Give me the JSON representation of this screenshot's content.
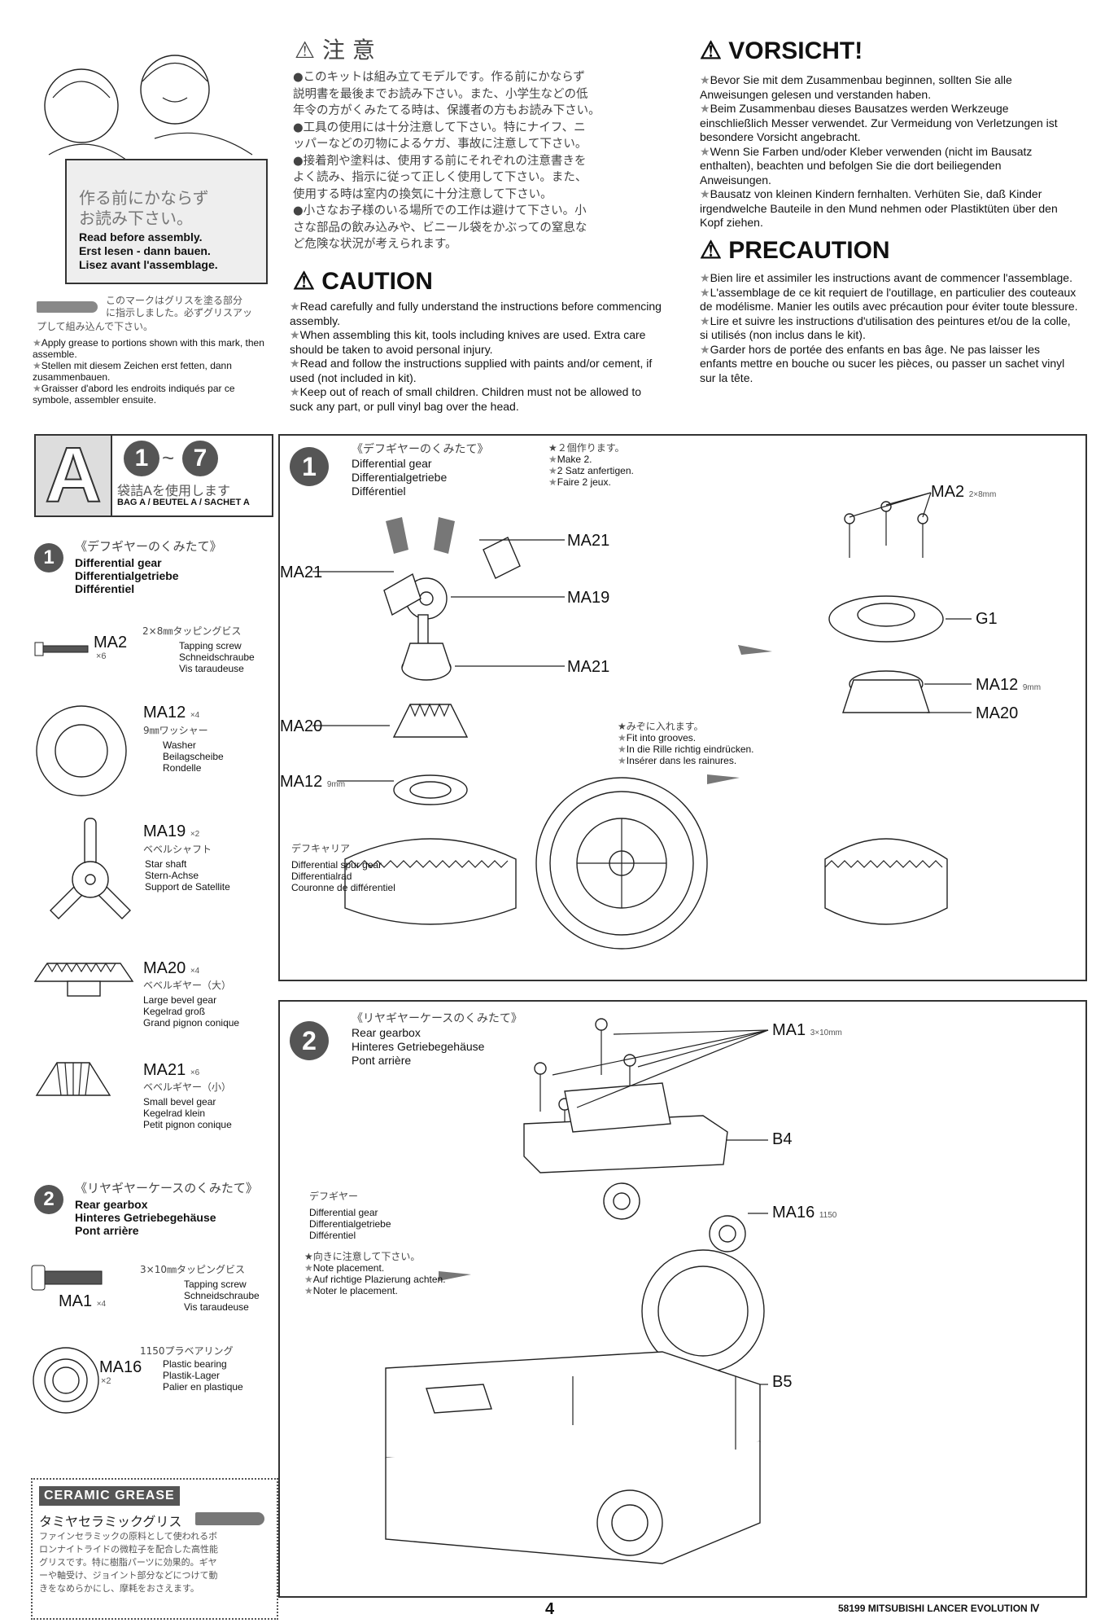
{
  "header": {
    "readbox_jp": [
      "作る前にかならず",
      "お読み下さい。"
    ],
    "readbox_en": "Read before assembly.",
    "readbox_de": "Erst lesen - dann bauen.",
    "readbox_fr": "Lisez avant l'assemblage.",
    "grease_jp": [
      "このマークはグリスを塗る部分",
      "に指示しました。必ずグリスアッ",
      "プして組み込んで下さい。"
    ],
    "grease_notes": [
      "Apply grease to portions shown with this mark, then assemble.",
      "Stellen mit diesem Zeichen erst fetten, dann zusammenbauen.",
      "Graisser d'abord les endroits indiqués par ce symbole, assembler ensuite."
    ]
  },
  "cautions": {
    "jp_title": "注 意",
    "jp_lines": [
      "●このキットは組み立てモデルです。作る前にかならず",
      "説明書を最後までお読み下さい。また、小学生などの低",
      "年令の方がくみたてる時は、保護者の方もお読み下さい。",
      "●工具の使用には十分注意して下さい。特にナイフ、ニ",
      "ッパーなどの刃物によるケガ、事故に注意して下さい。",
      "●接着剤や塗料は、使用する前にそれぞれの注意書きを",
      "よく読み、指示に従って正しく使用して下さい。また、",
      "使用する時は室内の換気に十分注意して下さい。",
      "●小さなお子様のいる場所での工作は避けて下さい。小",
      "さな部品の飲み込みや、ビニール袋をかぶっての窒息な",
      "ど危険な状況が考えられます。"
    ],
    "caution_title": "CAUTION",
    "caution_items": [
      "Read carefully and fully understand the instructions before commencing assembly.",
      "When assembling this kit, tools including knives are used. Extra care should be taken to avoid personal injury.",
      "Read and follow the instructions supplied with paints and/or cement, if used (not included in kit).",
      "Keep out of reach of small children. Children must not be allowed to suck any part, or pull vinyl bag over the head."
    ],
    "vorsicht_title": "VORSICHT!",
    "vorsicht_items": [
      "Bevor Sie mit dem Zusammenbau beginnen, sollten Sie alle Anweisungen gelesen und verstanden haben.",
      "Beim Zusammenbau dieses Bausatzes werden Werkzeuge einschließlich Messer verwendet. Zur Vermeidung von Verletzungen ist besondere Vorsicht angebracht.",
      "Wenn Sie Farben und/oder Kleber verwenden (nicht im Bausatz enthalten), beachten und befolgen Sie die dort beiliegenden Anweisungen.",
      "Bausatz von kleinen Kindern fernhalten. Verhüten Sie, daß Kinder irgendwelche Bauteile in den Mund nehmen oder Plastiktüten über den Kopf ziehen."
    ],
    "precaution_title": "PRECAUTION",
    "precaution_items": [
      "Bien lire et assimiler les instructions avant de commencer l'assemblage.",
      "L'assemblage de ce kit requiert de l'outillage, en particulier des couteaux de modélisme. Manier les outils avec précaution pour éviter toute blessure.",
      "Lire et suivre les instructions d'utilisation des peintures et/ou de la colle, si utilisés (non inclus dans le kit).",
      "Garder hors de portée des enfants en bas âge. Ne pas laisser les enfants mettre en bouche ou sucer les pièces, ou passer un sachet vinyl sur la tête."
    ]
  },
  "bag": {
    "letter": "A",
    "range_from": "1",
    "range_sep": "~",
    "range_to": "7",
    "jp": "袋詰Aを使用します",
    "label": "BAG A / BEUTEL A / SACHET A"
  },
  "sidebar": {
    "step1_num": "1",
    "step1_jp": "《デフギヤーのくみたて》",
    "step1_en": "Differential gear",
    "step1_de": "Differentialgetriebe",
    "step1_fr": "Différentiel",
    "parts1": [
      {
        "code": "MA2",
        "qty": "×6",
        "jp": "2×8㎜タッピングビス",
        "en": "Tapping screw",
        "de": "Schneidschraube",
        "fr": "Vis taraudeuse"
      },
      {
        "code": "MA12",
        "qty": "×4",
        "jp": "9㎜ワッシャー",
        "en": "Washer",
        "de": "Beilagscheibe",
        "fr": "Rondelle"
      },
      {
        "code": "MA19",
        "qty": "×2",
        "jp": "ベベルシャフト",
        "en": "Star shaft",
        "de": "Stern-Achse",
        "fr": "Support de Satellite"
      },
      {
        "code": "MA20",
        "qty": "×4",
        "jp": "ベベルギヤー（大）",
        "en": "Large bevel gear",
        "de": "Kegelrad groß",
        "fr": "Grand pignon conique"
      },
      {
        "code": "MA21",
        "qty": "×6",
        "jp": "ベベルギヤー（小）",
        "en": "Small bevel gear",
        "de": "Kegelrad klein",
        "fr": "Petit pignon conique"
      }
    ],
    "step2_num": "2",
    "step2_jp": "《リヤギヤーケースのくみたて》",
    "step2_en": "Rear gearbox",
    "step2_de": "Hinteres Getriebegehäuse",
    "step2_fr": "Pont arrière",
    "parts2": [
      {
        "code": "MA1",
        "qty": "×4",
        "jp": "3×10㎜タッピングビス",
        "en": "Tapping screw",
        "de": "Schneidschraube",
        "fr": "Vis taraudeuse"
      },
      {
        "code": "MA16",
        "qty": "×2",
        "jp": "1150プラベアリング",
        "en": "Plastic bearing",
        "de": "Plastik-Lager",
        "fr": "Palier en plastique"
      }
    ],
    "ceramic_logo": "CERAMIC GREASE",
    "ceramic_jp_title": "タミヤセラミックグリス",
    "ceramic_jp": [
      "ファインセラミックの原料として使われるボ",
      "ロンナイトライドの微粒子を配合した高性能",
      "グリスです。特に樹脂パーツに効果的。ギヤ",
      "ーや軸受け、ジョイント部分などにつけて動",
      "きをなめらかにし、摩耗をおさえます。"
    ]
  },
  "step1": {
    "num": "1",
    "jp": "《デフギヤーのくみたて》",
    "en": "Differential gear",
    "de": "Differentialgetriebe",
    "fr": "Différentiel",
    "make_jp": "★２個作ります。",
    "make_en": "Make 2.",
    "make_de": "2 Satz anfertigen.",
    "make_fr": "Faire 2 jeux.",
    "groove_jp": "★みぞに入れます。",
    "groove_en": "Fit into grooves.",
    "groove_de": "In die Rille richtig eindrücken.",
    "groove_fr": "Insérer dans les rainures.",
    "carrier_jp": "デフキャリア",
    "carrier_en": "Differential spur gear",
    "carrier_de": "Differentialrad",
    "carrier_fr": "Couronne de différentiel",
    "labels": {
      "ma21a": "MA21",
      "ma21b": "MA21",
      "ma19": "MA19",
      "ma21c": "MA21",
      "ma20": "MA20",
      "ma12": "MA12",
      "ma12_sub": "9mm",
      "ma2": "MA2",
      "ma2_sub": "2×8mm",
      "g1": "G1",
      "ma12r": "MA12",
      "ma12r_sub": "9mm",
      "ma20r": "MA20"
    }
  },
  "step2": {
    "num": "2",
    "jp": "《リヤギヤーケースのくみたて》",
    "en": "Rear gearbox",
    "de": "Hinteres Getriebegehäuse",
    "fr": "Pont arrière",
    "diff_jp": "デフギヤー",
    "diff_en": "Differential gear",
    "diff_de": "Differentialgetriebe",
    "diff_fr": "Différentiel",
    "note_jp": "★向きに注意して下さい。",
    "note_en": "Note placement.",
    "note_de": "Auf richtige Plazierung achten.",
    "note_fr": "Noter le placement.",
    "labels": {
      "ma1": "MA1",
      "ma1_sub": "3×10mm",
      "b4": "B4",
      "ma16": "MA16",
      "ma16_sub": "1150",
      "b5": "B5"
    }
  },
  "footer": {
    "page_number": "4",
    "model": "58199 MITSUBISHI LANCER EVOLUTION Ⅳ"
  }
}
